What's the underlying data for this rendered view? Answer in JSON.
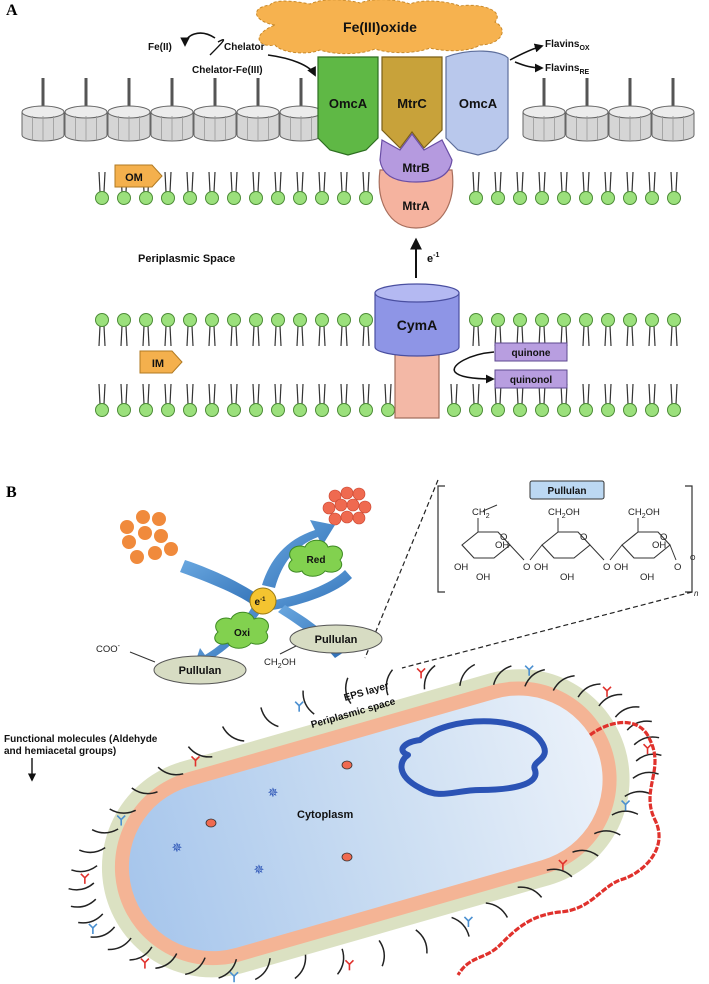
{
  "panels": {
    "a": {
      "letter": "A",
      "fe_oxide": "Fe(III)oxide",
      "fe2": "Fe(II)",
      "chelator": "Chelator",
      "chelator_fe3": "Chelator-Fe(III)",
      "flavins_ox": "Flavins",
      "flavins_ox_sub": "OX",
      "flavins_re": "Flavins",
      "flavins_re_sub": "RE",
      "omca_left": "OmcA",
      "mtrc": "MtrC",
      "omca_right": "OmcA",
      "mtrb": "MtrB",
      "mtra": "MtrA",
      "om": "OM",
      "im": "IM",
      "periplasmic_space": "Periplasmic Space",
      "electron": "e",
      "electron_sup": "-1",
      "cyma": "CymA",
      "quinone": "quinone",
      "quinonol": "quinonol"
    },
    "b": {
      "letter": "B",
      "pullulan_box": "Pullulan",
      "ch2": "CH",
      "ch2_sub": "2",
      "ch2oh_1": "CH",
      "ch2oh_1_sub": "2",
      "ch2oh_1_tail": "OH",
      "ch2oh_2": "CH",
      "ch2oh_2_sub": "2",
      "ch2oh_2_tail": "OH",
      "oh_labels": [
        "OH",
        "OH",
        "OH",
        "OH",
        "OH",
        "OH",
        "OH",
        "OH"
      ],
      "o_labels": [
        "O",
        "O",
        "O",
        "O",
        "O",
        "O",
        "O"
      ],
      "subscript_n": "n",
      "red": "Red",
      "oxi": "Oxi",
      "electron": "e",
      "electron_sup": "-1",
      "coo": "COO",
      "coo_sup": "-",
      "pullulan_left": "Pullulan",
      "pullulan_right": "Pullulan",
      "ch2oh_low": "CH",
      "ch2oh_low_sub": "2",
      "ch2oh_low_tail": "OH",
      "eps_layer": "EPS layer",
      "periplasmic_space": "Periplasmic space",
      "cytoplasm": "Cytoplasm",
      "functional_line1": "Functional molecules (Aldehyde",
      "functional_line2": "and hemiacetal groups)"
    }
  },
  "colors": {
    "fe_oxide": "#f6b24f",
    "omca_left": "#5fb845",
    "mtrc": "#c8a23a",
    "omca_right": "#b9c8ec",
    "mtrb": "#b59adf",
    "mtra": "#f5b39f",
    "cyma": "#8e95e6",
    "cyma_stalk": "#f3b8a6",
    "lipid_head": "#9be07c",
    "porin": "#d5d5d5",
    "tag_orange": "#f4b04d",
    "quinone_box": "#b89ee0",
    "pullulan_box": "#bcd8f2",
    "arrow_blue": "#4a8fd0",
    "cloud_green": "#82d14f",
    "electron_yellow": "#f4c430",
    "particle_orange": "#f08a3c",
    "particle_red": "#ef6a50",
    "pullulan_ellipse": "#d7dcc3",
    "eps_layer": "#dbe1c2",
    "periplasm": "#f4b495",
    "cytoplasm": "#c5daf2",
    "dna": "#2b53b5",
    "flagellum": "#e0312c"
  }
}
